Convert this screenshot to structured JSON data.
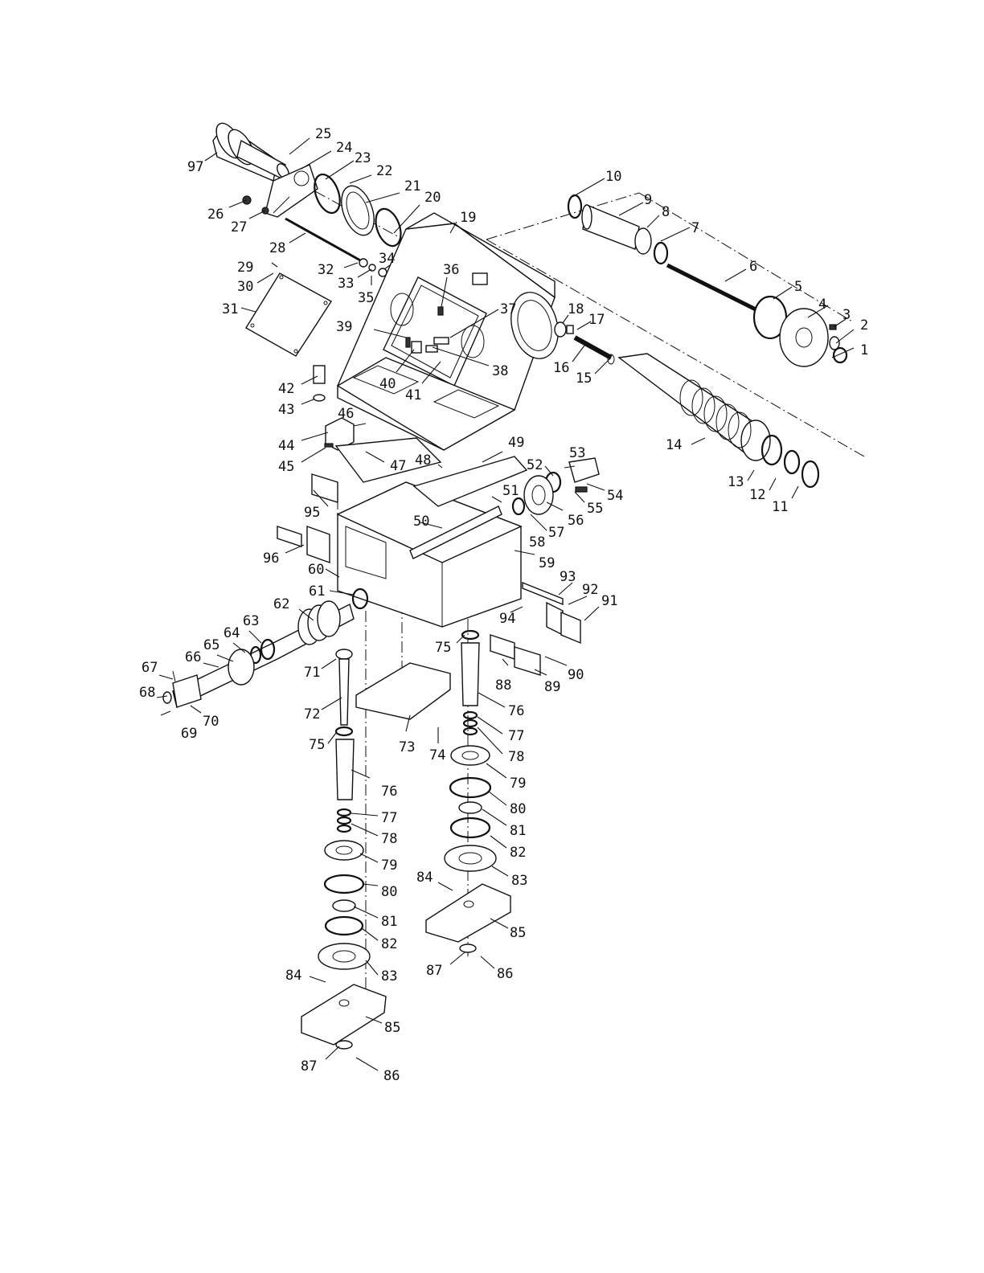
{
  "diagram": {
    "type": "exploded-parts-view",
    "line_color": "#111111",
    "background": "#ffffff",
    "callouts": [
      {
        "id": "c1",
        "text": "1"
      },
      {
        "id": "c2",
        "text": "2"
      },
      {
        "id": "c3",
        "text": "3"
      },
      {
        "id": "c4",
        "text": "4"
      },
      {
        "id": "c5",
        "text": "5"
      },
      {
        "id": "c6",
        "text": "6"
      },
      {
        "id": "c7",
        "text": "7"
      },
      {
        "id": "c8",
        "text": "8"
      },
      {
        "id": "c9",
        "text": "9"
      },
      {
        "id": "c10",
        "text": "10"
      },
      {
        "id": "c11",
        "text": "11"
      },
      {
        "id": "c12",
        "text": "12"
      },
      {
        "id": "c13",
        "text": "13"
      },
      {
        "id": "c14",
        "text": "14"
      },
      {
        "id": "c15",
        "text": "15"
      },
      {
        "id": "c16",
        "text": "16"
      },
      {
        "id": "c17",
        "text": "17"
      },
      {
        "id": "c18",
        "text": "18"
      },
      {
        "id": "c19",
        "text": "19"
      },
      {
        "id": "c20",
        "text": "20"
      },
      {
        "id": "c21",
        "text": "21"
      },
      {
        "id": "c22",
        "text": "22"
      },
      {
        "id": "c23",
        "text": "23"
      },
      {
        "id": "c24",
        "text": "24"
      },
      {
        "id": "c25",
        "text": "25"
      },
      {
        "id": "c26",
        "text": "26"
      },
      {
        "id": "c27",
        "text": "27"
      },
      {
        "id": "c28",
        "text": "28"
      },
      {
        "id": "c29",
        "text": "29"
      },
      {
        "id": "c30",
        "text": "30"
      },
      {
        "id": "c31",
        "text": "31"
      },
      {
        "id": "c32",
        "text": "32"
      },
      {
        "id": "c33",
        "text": "33"
      },
      {
        "id": "c34",
        "text": "34"
      },
      {
        "id": "c35",
        "text": "35"
      },
      {
        "id": "c36",
        "text": "36"
      },
      {
        "id": "c37",
        "text": "37"
      },
      {
        "id": "c38",
        "text": "38"
      },
      {
        "id": "c39",
        "text": "39"
      },
      {
        "id": "c40",
        "text": "40"
      },
      {
        "id": "c41",
        "text": "41"
      },
      {
        "id": "c42",
        "text": "42"
      },
      {
        "id": "c43",
        "text": "43"
      },
      {
        "id": "c44",
        "text": "44"
      },
      {
        "id": "c45",
        "text": "45"
      },
      {
        "id": "c46",
        "text": "46"
      },
      {
        "id": "c47",
        "text": "47"
      },
      {
        "id": "c48",
        "text": "48"
      },
      {
        "id": "c49",
        "text": "49"
      },
      {
        "id": "c50",
        "text": "50"
      },
      {
        "id": "c51",
        "text": "51"
      },
      {
        "id": "c52",
        "text": "52"
      },
      {
        "id": "c53",
        "text": "53"
      },
      {
        "id": "c54",
        "text": "54"
      },
      {
        "id": "c55",
        "text": "55"
      },
      {
        "id": "c56",
        "text": "56"
      },
      {
        "id": "c57",
        "text": "57"
      },
      {
        "id": "c58",
        "text": "58"
      },
      {
        "id": "c59",
        "text": "59"
      },
      {
        "id": "c60",
        "text": "60"
      },
      {
        "id": "c61",
        "text": "61"
      },
      {
        "id": "c62",
        "text": "62"
      },
      {
        "id": "c63",
        "text": "63"
      },
      {
        "id": "c64",
        "text": "64"
      },
      {
        "id": "c65",
        "text": "65"
      },
      {
        "id": "c66",
        "text": "66"
      },
      {
        "id": "c67",
        "text": "67"
      },
      {
        "id": "c68",
        "text": "68"
      },
      {
        "id": "c69",
        "text": "69"
      },
      {
        "id": "c70",
        "text": "70"
      },
      {
        "id": "c71",
        "text": "71"
      },
      {
        "id": "c72",
        "text": "72"
      },
      {
        "id": "c73",
        "text": "73"
      },
      {
        "id": "c74",
        "text": "74"
      },
      {
        "id": "c75a",
        "text": "75"
      },
      {
        "id": "c75b",
        "text": "75"
      },
      {
        "id": "c76a",
        "text": "76"
      },
      {
        "id": "c76b",
        "text": "76"
      },
      {
        "id": "c77a",
        "text": "77"
      },
      {
        "id": "c77b",
        "text": "77"
      },
      {
        "id": "c78a",
        "text": "78"
      },
      {
        "id": "c78b",
        "text": "78"
      },
      {
        "id": "c79a",
        "text": "79"
      },
      {
        "id": "c79b",
        "text": "79"
      },
      {
        "id": "c80a",
        "text": "80"
      },
      {
        "id": "c80b",
        "text": "80"
      },
      {
        "id": "c81a",
        "text": "81"
      },
      {
        "id": "c81b",
        "text": "81"
      },
      {
        "id": "c82a",
        "text": "82"
      },
      {
        "id": "c82b",
        "text": "82"
      },
      {
        "id": "c83a",
        "text": "83"
      },
      {
        "id": "c83b",
        "text": "83"
      },
      {
        "id": "c84a",
        "text": "84"
      },
      {
        "id": "c84b",
        "text": "84"
      },
      {
        "id": "c85a",
        "text": "85"
      },
      {
        "id": "c85b",
        "text": "85"
      },
      {
        "id": "c86a",
        "text": "86"
      },
      {
        "id": "c86b",
        "text": "86"
      },
      {
        "id": "c87a",
        "text": "87"
      },
      {
        "id": "c87b",
        "text": "87"
      },
      {
        "id": "c88",
        "text": "88"
      },
      {
        "id": "c89",
        "text": "89"
      },
      {
        "id": "c90",
        "text": "90"
      },
      {
        "id": "c91",
        "text": "91"
      },
      {
        "id": "c92",
        "text": "92"
      },
      {
        "id": "c93",
        "text": "93"
      },
      {
        "id": "c94",
        "text": "94"
      },
      {
        "id": "c95",
        "text": "95"
      },
      {
        "id": "c96",
        "text": "96"
      },
      {
        "id": "c97",
        "text": "97"
      }
    ]
  }
}
